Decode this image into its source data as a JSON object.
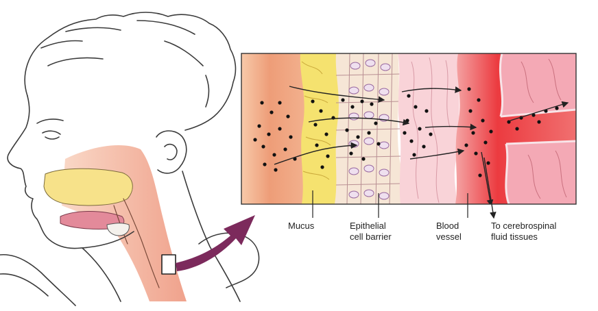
{
  "labels": {
    "mucus": "Mucus",
    "epithelial_1": "Epithelial",
    "epithelial_2": "cell barrier",
    "blood_1": "Blood",
    "blood_2": "vessel",
    "csf_1": "To cerebrospinal",
    "csf_2": "fluid tissues"
  },
  "colors": {
    "outline": "#333333",
    "skin_line": "#3a3a3a",
    "throat": "#f0b9a2",
    "mouth_yellow": "#f7e28a",
    "mucus_band": "#eea079",
    "mucus_yellow": "#f5e26f",
    "epithelium": "#f6e6d6",
    "tissue_pink": "#f9d3d8",
    "blood_red": "#ee3b40",
    "csf_pink": "#f4a9b5",
    "callout_arrow": "#7c2a5c",
    "particle": "#111111"
  }
}
